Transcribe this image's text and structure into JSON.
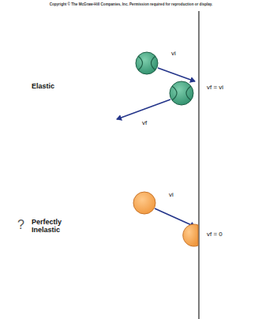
{
  "diagram": {
    "labels": [
      "Copyright © The McGraw-Hill Companies, Inc. Permission required for reproduction or display.",
      "Elastic",
      "vi",
      "vf",
      "vf = vi",
      "?",
      "Perfectly Inelastic",
      "vi",
      "vf = 0"
    ]
  }
}
